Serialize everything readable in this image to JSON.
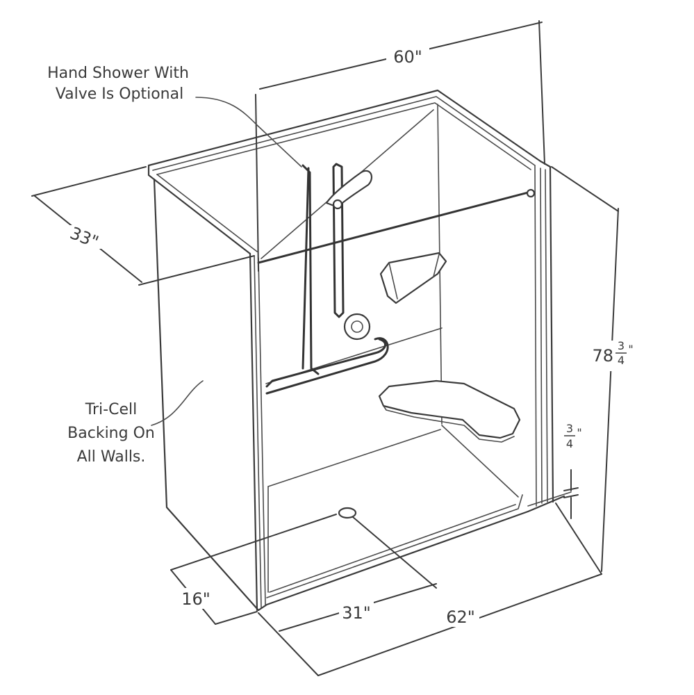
{
  "annotations": {
    "hand_shower_line1": "Hand Shower With",
    "hand_shower_line2": "Valve Is Optional",
    "tricell_line1": "Tri-Cell",
    "tricell_line2": "Backing On",
    "tricell_line3": "All Walls."
  },
  "dimensions": {
    "width_top": "60\"",
    "depth": "33\"",
    "height_whole": "78",
    "height_frac_num": "3",
    "height_frac_den": "4",
    "height_inch_mark": "\"",
    "threshold_num": "3",
    "threshold_den": "4",
    "threshold_inch_mark": "\"",
    "drain_from_front": "16\"",
    "drain_from_side": "31\"",
    "width_bottom": "62\""
  }
}
